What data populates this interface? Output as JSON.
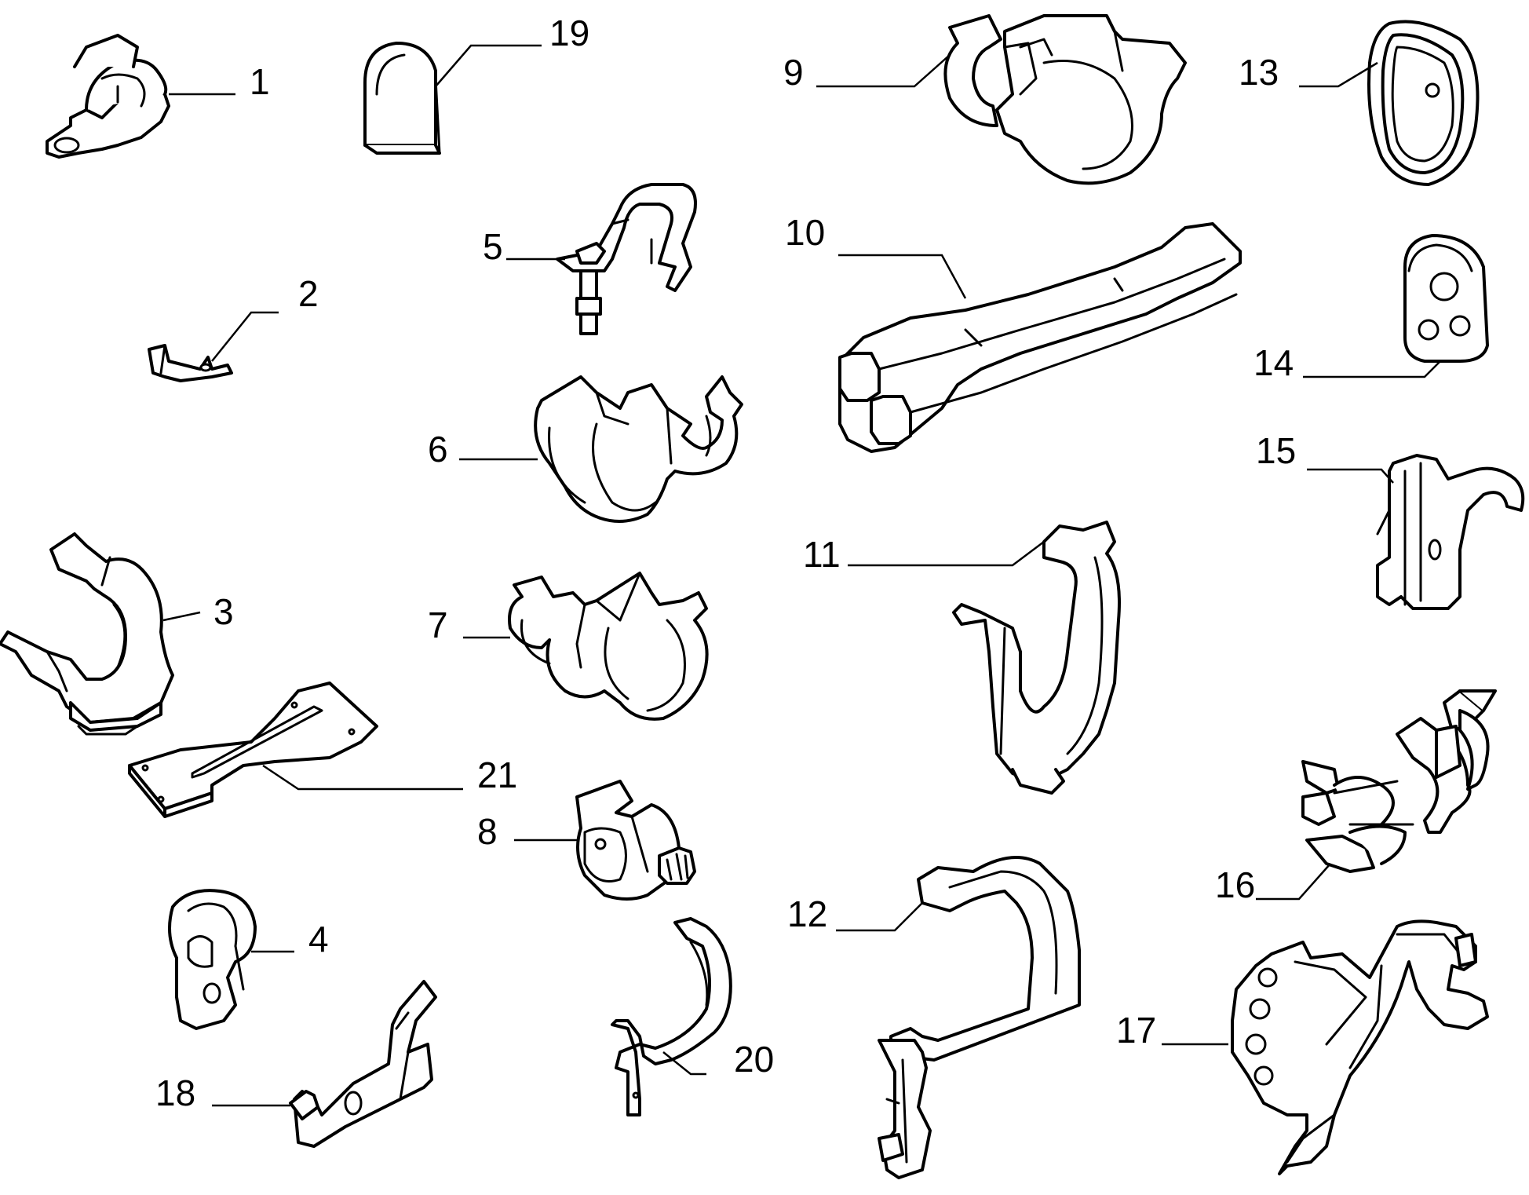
{
  "diagram": {
    "type": "exploded-parts",
    "items": [
      {
        "label": "1",
        "part": "cable-clip"
      },
      {
        "label": "2",
        "part": "small-bracket"
      },
      {
        "label": "3",
        "part": "cable-clip-with-base"
      },
      {
        "label": "4",
        "part": "rubber-clip"
      },
      {
        "label": "5",
        "part": "clamp-with-stud"
      },
      {
        "label": "6",
        "part": "double-clip"
      },
      {
        "label": "7",
        "part": "double-clip"
      },
      {
        "label": "8",
        "part": "clip-with-nut"
      },
      {
        "label": "9",
        "part": "double-clip"
      },
      {
        "label": "10",
        "part": "twin-channel-conduit"
      },
      {
        "label": "11",
        "part": "hook-clip"
      },
      {
        "label": "12",
        "part": "large-strap-bracket"
      },
      {
        "label": "13",
        "part": "oval-grommet"
      },
      {
        "label": "14",
        "part": "three-hole-grommet"
      },
      {
        "label": "15",
        "part": "hook-bracket"
      },
      {
        "label": "16",
        "part": "triple-clip"
      },
      {
        "label": "17",
        "part": "multi-pipe-holder"
      },
      {
        "label": "18",
        "part": "bent-bracket"
      },
      {
        "label": "19",
        "part": "end-cap"
      },
      {
        "label": "20",
        "part": "curved-clip"
      },
      {
        "label": "21",
        "part": "mounting-plate"
      }
    ]
  }
}
